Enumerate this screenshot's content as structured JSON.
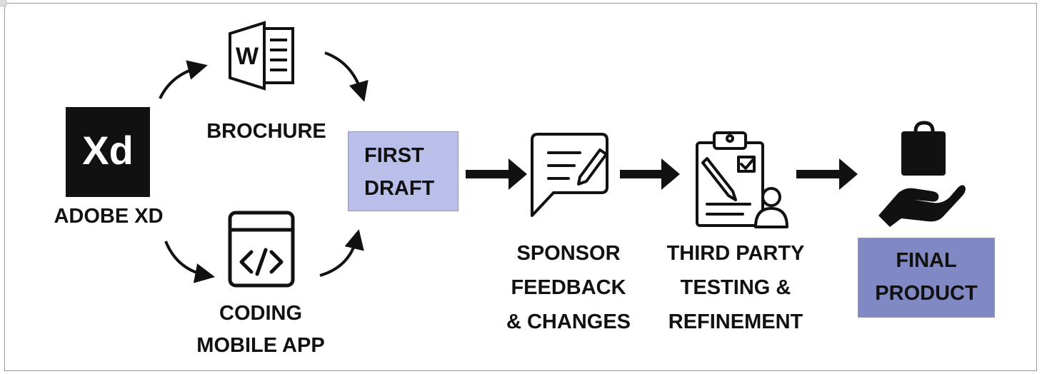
{
  "nodes": {
    "xd_logo_text": "Xd",
    "adobe_xd": "ADOBE XD",
    "brochure": "BROCHURE",
    "coding_line1": "CODING",
    "coding_line2": "MOBILE APP",
    "first_draft_line1": "FIRST",
    "first_draft_line2": "DRAFT",
    "sponsor_line1": "SPONSOR",
    "sponsor_line2": "FEEDBACK",
    "sponsor_line3": "& CHANGES",
    "third_line1": "THIRD PARTY",
    "third_line2": "TESTING &",
    "third_line3": "REFINEMENT",
    "final_line1": "FINAL",
    "final_line2": "PRODUCT",
    "word_icon_letter": "W"
  },
  "icons": {
    "xd": "adobe-xd-logo-icon",
    "word": "word-document-icon",
    "code": "code-window-icon",
    "feedback": "speech-bubble-pen-icon",
    "testing": "clipboard-person-icon",
    "product": "hand-holding-bag-icon"
  },
  "colors": {
    "first_draft_fill": "#b9bfe8",
    "final_product_fill": "#8089c4",
    "ink": "#111111"
  }
}
